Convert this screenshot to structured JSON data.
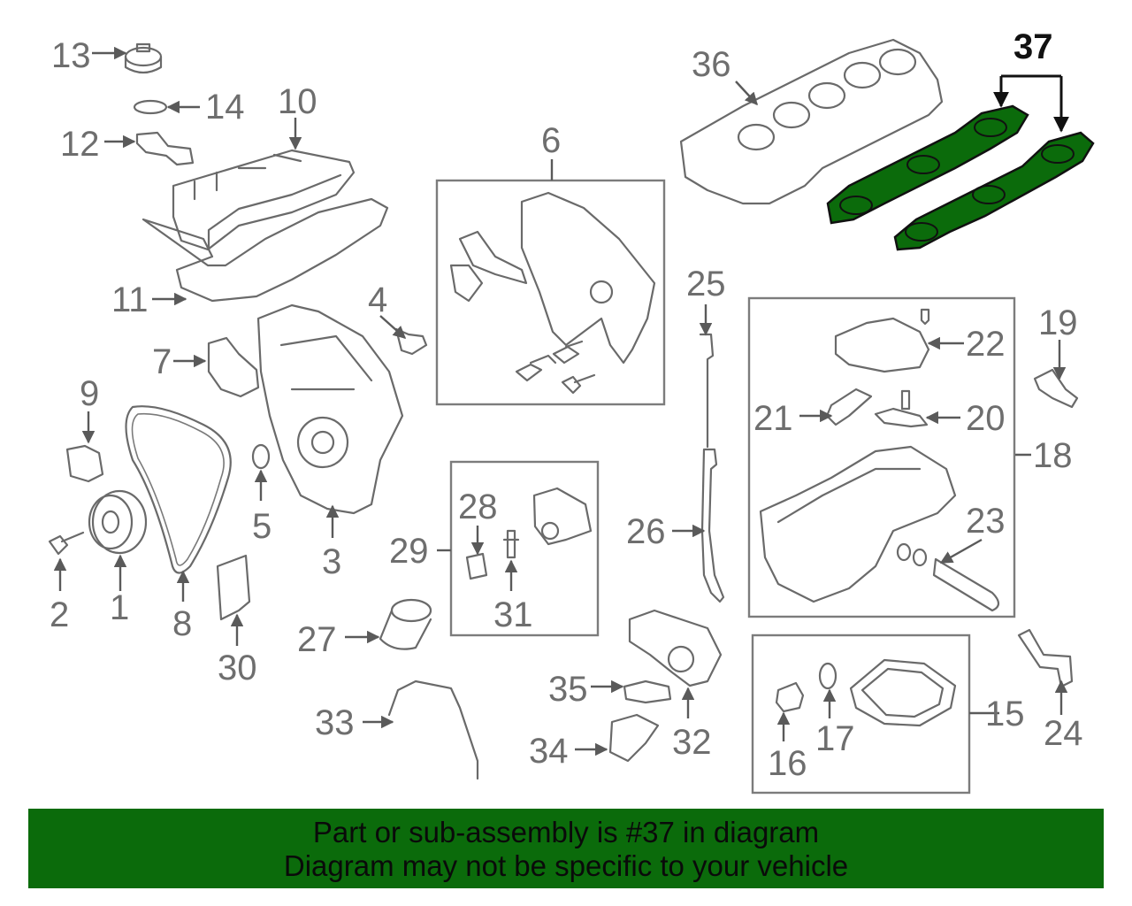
{
  "diagram": {
    "highlight_part": "37",
    "highlight_color": "#0b6b0b",
    "labels": {
      "p1": "1",
      "p2": "2",
      "p3": "3",
      "p4": "4",
      "p5": "5",
      "p6": "6",
      "p7": "7",
      "p8": "8",
      "p9": "9",
      "p10": "10",
      "p11": "11",
      "p12": "12",
      "p13": "13",
      "p14": "14",
      "p15": "15",
      "p16": "16",
      "p17": "17",
      "p18": "18",
      "p19": "19",
      "p20": "20",
      "p21": "21",
      "p22": "22",
      "p23": "23",
      "p24": "24",
      "p25": "25",
      "p26": "26",
      "p27": "27",
      "p28": "28",
      "p29": "29",
      "p30": "30",
      "p31": "31",
      "p32": "32",
      "p33": "33",
      "p34": "34",
      "p35": "35",
      "p36": "36",
      "p37": "37"
    }
  },
  "banner": {
    "line1": "Part or sub-assembly is #37 in diagram",
    "line2": "Diagram may not be specific to your vehicle",
    "background": "#0b6b0b"
  }
}
